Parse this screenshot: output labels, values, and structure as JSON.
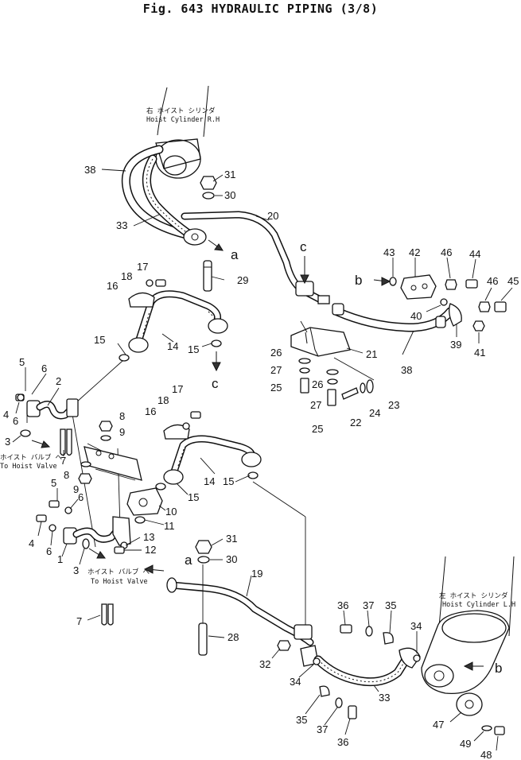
{
  "title": "Fig. 643   HYDRAULIC PIPING (3/8)",
  "notes": {
    "cyl_rh_jp": "右 ホイスト シリンダ",
    "cyl_rh_en": "Hoist Cylinder R.H",
    "cyl_lh_jp": "左 ホイスト シリンダ",
    "cyl_lh_en": "Hoist Cylinder L.H",
    "valve1_jp": "ホイスト バルブ へ",
    "valve1_en": "To Hoist Valve",
    "valve2_jp": "ホイスト バルブ へ",
    "valve2_en": "To Hoist Valve"
  },
  "refs": {
    "a_top": "a",
    "a_bottom": "a",
    "b_top": "b",
    "b_bottom": "b",
    "c_top": "c",
    "c_mid": "c"
  },
  "callouts": {
    "n38a": "38",
    "n31a": "31",
    "n30a": "30",
    "n33a": "33",
    "n20": "20",
    "n29": "29",
    "n43": "43",
    "n42": "42",
    "n46a": "46",
    "n44": "44",
    "n46b": "46",
    "n45": "45",
    "n40": "40",
    "n39": "39",
    "n41": "41",
    "n38b": "38",
    "n21": "21",
    "n17a": "17",
    "n18a": "18",
    "n16a": "16",
    "n15a": "15",
    "n14a": "14",
    "n15b": "15",
    "n26a": "26",
    "n27a": "27",
    "n25a": "25",
    "n26b": "26",
    "n27b": "27",
    "n25b": "25",
    "n22": "22",
    "n24": "24",
    "n23": "23",
    "n5a": "5",
    "n6a": "6",
    "n2": "2",
    "n4a": "4",
    "n6b": "6",
    "n3a": "3",
    "n7a": "7",
    "n8a": "8",
    "n9a": "9",
    "n8b": "8",
    "n9b": "9",
    "n17b": "17",
    "n18b": "18",
    "n16b": "16",
    "n14b": "14",
    "n15c": "15",
    "n15d": "15",
    "n10": "10",
    "n11": "11",
    "n5b": "5",
    "n6c": "6",
    "n4b": "4",
    "n6d": "6",
    "n1": "1",
    "n3b": "3",
    "n13": "13",
    "n12": "12",
    "n7b": "7",
    "n31b": "31",
    "n30b": "30",
    "n19": "19",
    "n28": "28",
    "n36a": "36",
    "n37a": "37",
    "n35a": "35",
    "n34a": "34",
    "n32": "32",
    "n34b": "34",
    "n35b": "35",
    "n37b": "37",
    "n36b": "36",
    "n33b": "33",
    "n47": "47",
    "n49": "49",
    "n48": "48"
  }
}
